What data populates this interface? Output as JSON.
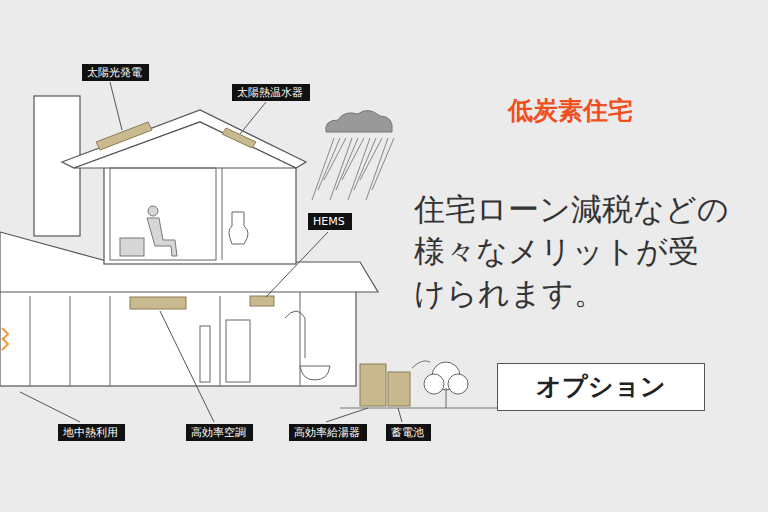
{
  "diagram": {
    "title": "低炭素住宅",
    "nodes": [
      {
        "text": [
          "太陽光発電"
        ]
      },
      {
        "text": [
          "太陽熱温水器"
        ]
      },
      {
        "text": [
          "HEMS"
        ]
      },
      {
        "text": [
          "オプション"
        ]
      },
      {
        "text": [
          "地中熱利用"
        ]
      },
      {
        "text": [
          "高効率空調"
        ]
      },
      {
        "text": [
          "高効率給湯器"
        ]
      },
      {
        "text": [
          "蓄電池"
        ]
      }
    ],
    "labels": [
      "住宅ローン減税などの様々なメリットが受けられます。"
    ]
  }
}
